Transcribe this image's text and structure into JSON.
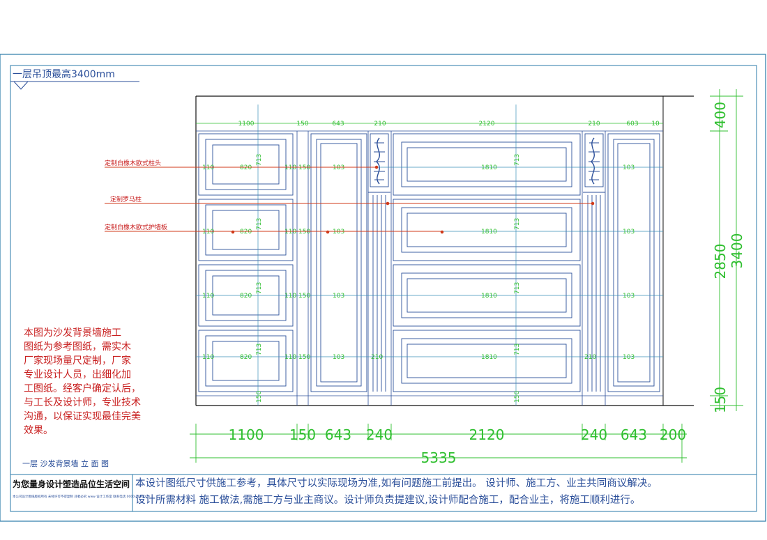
{
  "drawing": {
    "header_label": "一层吊顶最高3400mm",
    "view_title": "一层   沙发背景墙  立 面 图",
    "note_lines": [
      "本图为沙发背景墙施工",
      "图纸为参考图纸，需实木",
      "厂家现场量尺定制，厂家",
      "专业设计人员，出细化加",
      "工图纸。经客户确定认后，",
      "与工长及设计师，专业技术",
      "沟通，以保证实现最佳完美",
      "效果。"
    ],
    "callouts": [
      "定制白橡木欧式柱头",
      "定制罗马柱",
      "定制白橡木欧式护墙板"
    ],
    "top_dims": [
      "1100",
      "150",
      "643",
      "210",
      "2120",
      "210",
      "603",
      "10"
    ],
    "bottom_dims": [
      "1100",
      "150",
      "643",
      "240",
      "2120",
      "240",
      "643",
      "200"
    ],
    "total_width": "5335",
    "right_dims": {
      "top": "400",
      "mid": "2850",
      "total": "3400",
      "bottom": "150"
    },
    "panel_row_labels": {
      "edge": "110",
      "left_width": "820",
      "height": "713",
      "gap": "150",
      "narrow_side": "120",
      "narrow_width": "103",
      "center_width": "1810",
      "col": "210",
      "bottom_height": "150"
    }
  },
  "footer": {
    "slogan_main": "为您量身设计塑造品位生活空间",
    "slogan_sub": "本公司设计图纸版权所有 未经许可不得复制 违者必究 www 设计工作室 联系电话 0000-0000000",
    "notice_line1": "本设计图纸尺寸供施工参考，具体尺寸以实际现场为准,如有问题施工前提出。  设计师、施工方、业主共同商议解决。",
    "notice_line2": "设计所需材料  施工做法,需施工方与业主商议。设计师负责提建议,设计师配合施工，配合业主，将施工顺利进行。"
  },
  "colors": {
    "frame": "#2a7aa8",
    "dim": "#2fbf2f",
    "note": "#c81e1e",
    "leader": "#d03a1a",
    "panel": "#2b4f9a",
    "axis": "#3a8fb8",
    "wall": "#111111"
  }
}
